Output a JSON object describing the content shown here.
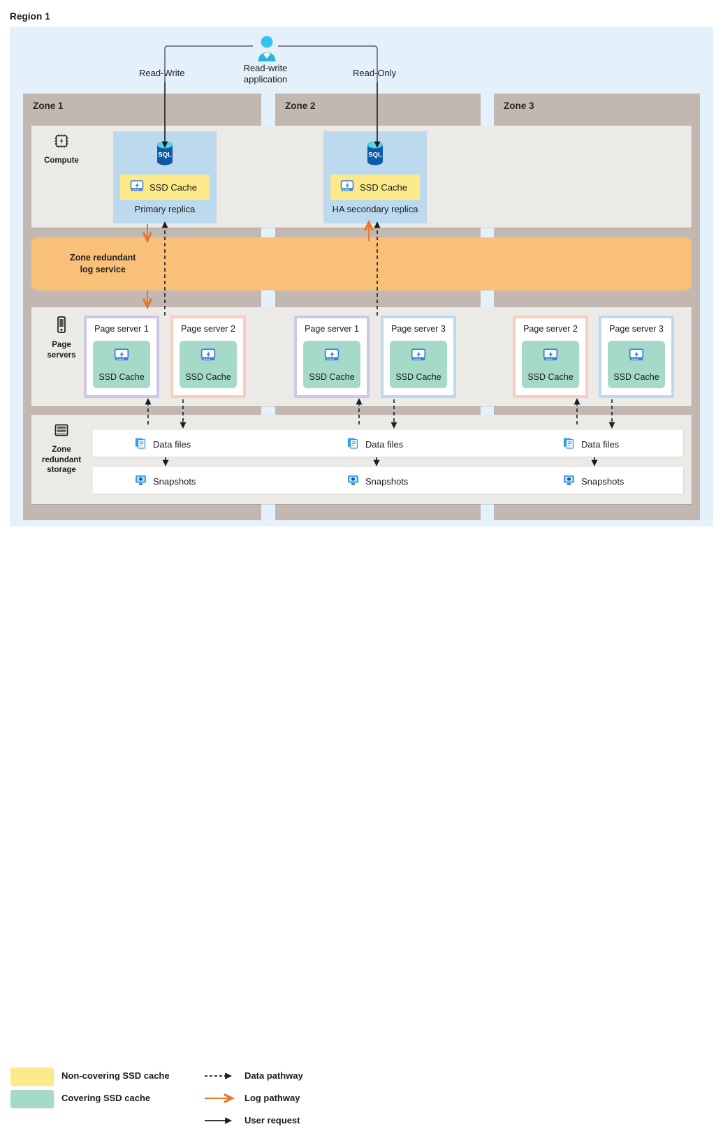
{
  "region": {
    "title": "Region 1"
  },
  "zones": [
    {
      "label": "Zone 1"
    },
    {
      "label": "Zone 2"
    },
    {
      "label": "Zone 3"
    }
  ],
  "app": {
    "label": "Read-write\napplication",
    "label_line1": "Read-write",
    "label_line2": "application",
    "left_path": "Read-Write",
    "right_path": "Read-Only"
  },
  "rows": {
    "compute": {
      "label": "Compute",
      "icon": "chip-icon"
    },
    "page_servers": {
      "label_line1": "Page",
      "label_line2": "servers",
      "icon": "server-icon"
    },
    "storage": {
      "label_line1": "Zone",
      "label_line2": "redundant",
      "label_line3": "storage",
      "icon": "storage-icon"
    }
  },
  "log_service": {
    "label_line1": "Zone redundant",
    "label_line2": "log service"
  },
  "replicas": [
    {
      "caption": "Primary replica",
      "cache_label": "SSD Cache",
      "cache_type": "non-covering",
      "icon": "sql-database-icon"
    },
    {
      "caption": "HA secondary replica",
      "cache_label": "SSD Cache",
      "cache_type": "non-covering",
      "icon": "sql-database-icon"
    }
  ],
  "page_servers": [
    {
      "title": "Page server 1",
      "cache_label": "SSD Cache",
      "border": "purple",
      "zone": 1
    },
    {
      "title": "Page server 2",
      "cache_label": "SSD Cache",
      "border": "salmon",
      "zone": 1
    },
    {
      "title": "Page server 1",
      "cache_label": "SSD Cache",
      "border": "purple",
      "zone": 2
    },
    {
      "title": "Page server 3",
      "cache_label": "SSD Cache",
      "border": "blue",
      "zone": 2
    },
    {
      "title": "Page server 2",
      "cache_label": "SSD Cache",
      "border": "salmon",
      "zone": 3
    },
    {
      "title": "Page server 3",
      "cache_label": "SSD Cache",
      "border": "blue",
      "zone": 3
    }
  ],
  "storage_items": {
    "data_files": "Data files",
    "snapshots": "Snapshots",
    "data_files_icon": "documents-icon",
    "snapshots_icon": "snapshot-icon"
  },
  "legend": {
    "swatches": [
      {
        "label": "Non-covering SSD cache",
        "color": "#fbe98a"
      },
      {
        "label": "Covering SSD cache",
        "color": "#a5dac8"
      }
    ],
    "arrows": [
      {
        "label": "Data pathway",
        "style": "dashed",
        "color": "#1c1c1c"
      },
      {
        "label": "Log pathway",
        "style": "solid",
        "color": "#e8762c"
      },
      {
        "label": "User request",
        "style": "solid",
        "color": "#1c1c1c"
      }
    ]
  },
  "colors": {
    "region_bg": "#e4f0fa",
    "zone_header": "#c3b8b1",
    "panel": "#ebeae6",
    "log_band": "#f8c078",
    "replica": "#bcd9ee",
    "non_covering_cache": "#fbe98a",
    "covering_cache": "#a5dac8",
    "log_arrow": "#e8762c",
    "data_arrow": "#1c1c1c"
  }
}
